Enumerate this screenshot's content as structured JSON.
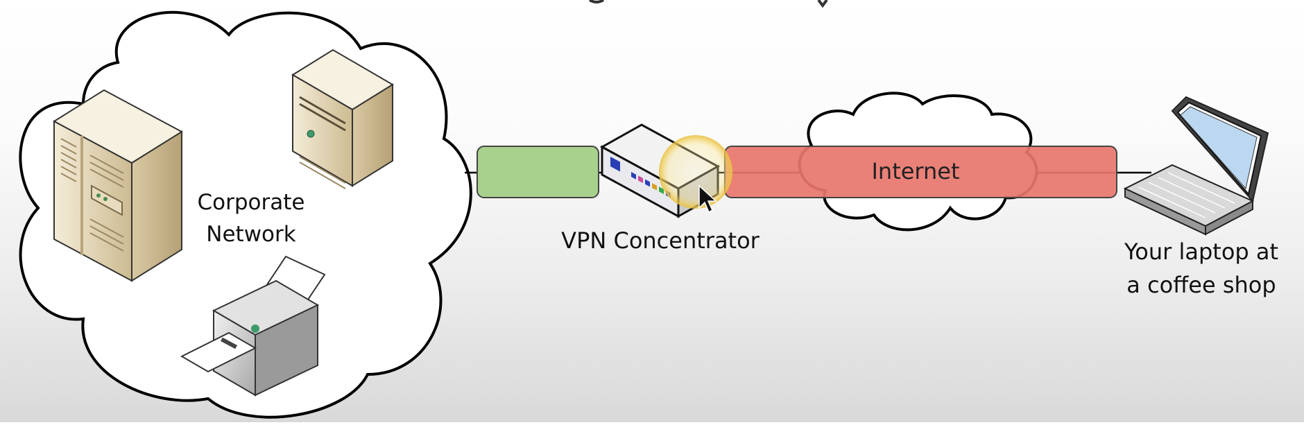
{
  "diagram": {
    "corporate_network_label": [
      "Corporate",
      "Network"
    ],
    "vpn_concentrator_label": "VPN Concentrator",
    "internet_label": "Internet",
    "laptop_label": [
      "Your laptop at",
      "a coffee shop"
    ]
  },
  "colors": {
    "secure_tunnel": "#a9d18e",
    "insecure_segment": "#e8766d",
    "cloud_stroke": "#000000",
    "cursor_highlight": "#f5d76e",
    "server_beige": "#e8dcc0"
  },
  "icons": [
    "tower-server-icon",
    "desktop-server-icon",
    "printer-icon",
    "vpn-concentrator-icon",
    "laptop-icon",
    "mouse-cursor-icon"
  ]
}
